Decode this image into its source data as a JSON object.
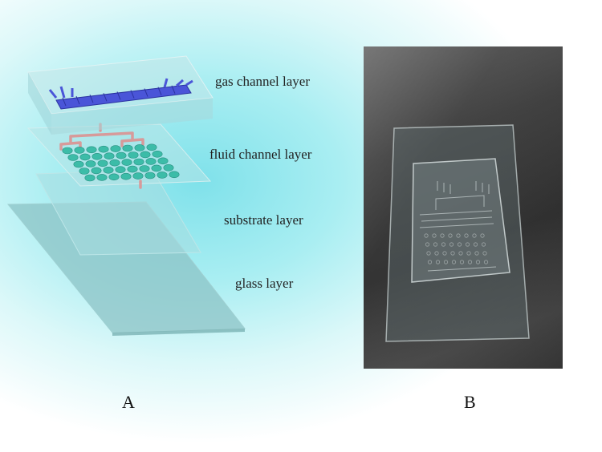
{
  "panel_a": {
    "letter": "A",
    "layers": [
      {
        "key": "gas",
        "label": "gas channel layer"
      },
      {
        "key": "fluid",
        "label": "fluid channel layer"
      },
      {
        "key": "substrate",
        "label": "substrate layer"
      },
      {
        "key": "glass",
        "label": "glass layer"
      }
    ]
  },
  "panel_b": {
    "letter": "B"
  },
  "colors": {
    "layer_fill": "#9cd3d6",
    "gas_channel": "#4a55d8",
    "fluid_chamber": "#3cbca8",
    "fluid_channel": "#d79a9a",
    "photo_background": "#333333"
  }
}
